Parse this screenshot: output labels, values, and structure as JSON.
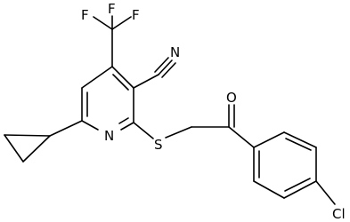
{
  "structure": {
    "atoms": {
      "F_top": "F",
      "F_left": "F",
      "F_right": "F",
      "N_nitrile": "N",
      "N_pyridine": "N",
      "S": "S",
      "O": "O",
      "Cl": "Cl"
    }
  }
}
